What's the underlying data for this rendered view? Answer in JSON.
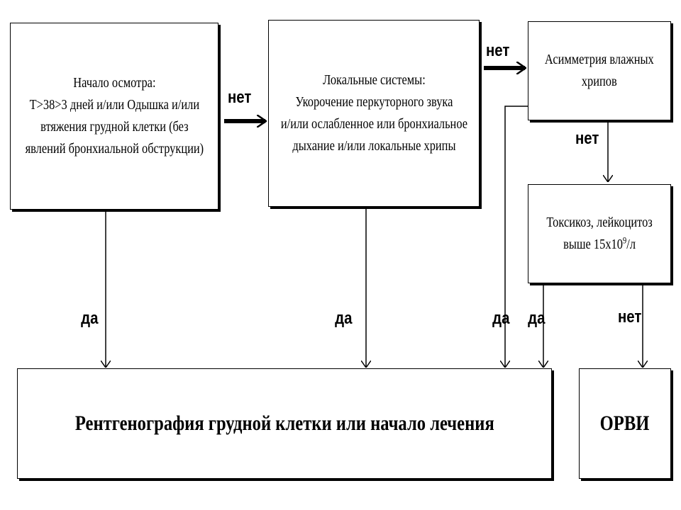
{
  "boxes": {
    "start": {
      "title": "Начало осмотра:",
      "line1": "T>38>3 дней и/или Одышка и/или",
      "line2": "втяжения грудной клетки (без",
      "line3": "явлений бронхиальной обструкции)"
    },
    "local": {
      "title": "Локальные системы:",
      "line1": "Укорочение перкуторного звука",
      "line2": "и/или ослабленное или бронхиальное",
      "line3": "дыхание и/или локальные хрипы"
    },
    "asym": {
      "line1": "Асимметрия влажных",
      "line2": "хрипов"
    },
    "toxic": {
      "line1": "Токсикоз, лейкоцитоз",
      "line2_pre": "выше 15х10",
      "line2_sup": "9",
      "line2_post": "/л"
    },
    "xray": {
      "text": "Рентгенография грудной клетки или начало лечения"
    },
    "orvi": {
      "text": "ОРВИ"
    }
  },
  "labels": {
    "no1": "нет",
    "no2": "нет",
    "no3": "нет",
    "no4": "нет",
    "yes1": "да",
    "yes2": "да",
    "yes3": "да",
    "yes4": "да"
  }
}
